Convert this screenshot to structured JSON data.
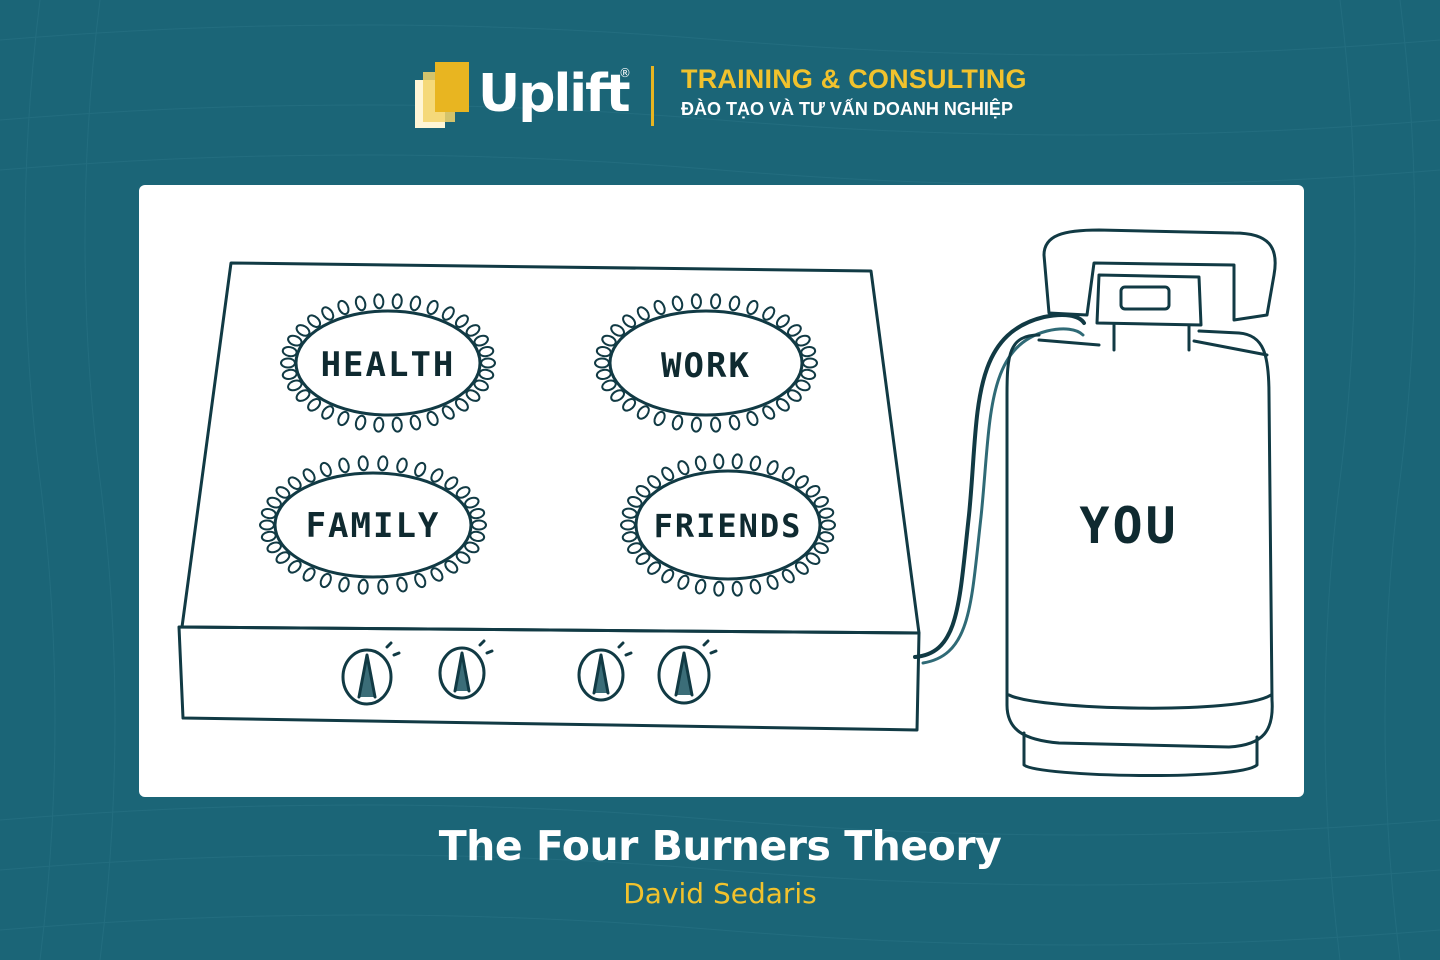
{
  "brand": {
    "name": "Uplift",
    "registered_mark": "®",
    "tagline": "TRAINING & CONSULTING",
    "subtagline": "ĐÀO TẠO VÀ TƯ VẤN DOANH NGHIỆP"
  },
  "diagram": {
    "burners": [
      "HEALTH",
      "WORK",
      "FAMILY",
      "FRIENDS"
    ],
    "tank_label": "YOU"
  },
  "caption": {
    "title": "The Four Burners Theory",
    "author": "David Sedaris"
  },
  "colors": {
    "background": "#1b6577",
    "accent": "#f1c22d",
    "ink": "#0f2a30"
  }
}
